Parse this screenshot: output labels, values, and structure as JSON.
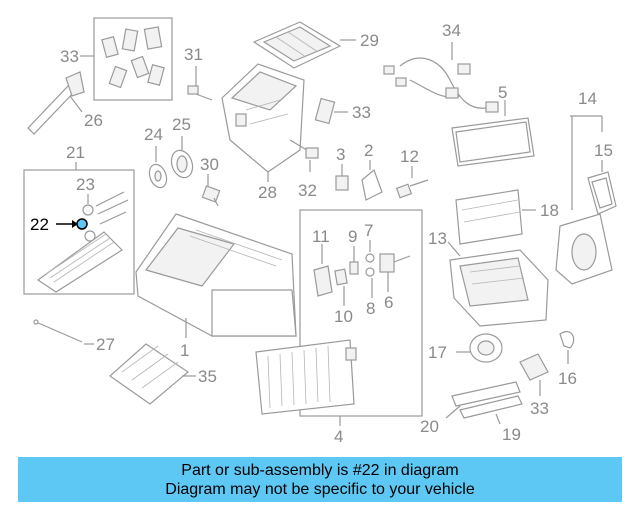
{
  "callouts": {
    "c33a": "33",
    "c31": "31",
    "c29": "29",
    "c34": "34",
    "c26": "26",
    "c5": "5",
    "c14": "14",
    "c24": "24",
    "c25": "25",
    "c33b": "33",
    "c21": "21",
    "c2": "2",
    "c3": "3",
    "c12": "12",
    "c15": "15",
    "c30": "30",
    "c28": "28",
    "c32": "32",
    "c23": "23",
    "c18": "18",
    "c22": "22",
    "c7": "7",
    "c11": "11",
    "c9": "9",
    "c13": "13",
    "c6": "6",
    "c8": "8",
    "c10": "10",
    "c1": "1",
    "c27": "27",
    "c17": "17",
    "c16": "16",
    "c35": "35",
    "c4": "4",
    "c33c": "33",
    "c20": "20",
    "c19": "19"
  },
  "highlight_color": "#000000",
  "callout_color": "#8a8a8a",
  "banner": {
    "line1": "Part or sub-assembly is #22 in diagram",
    "line2": "Diagram may not be specific to your vehicle",
    "color": "#5ec8f5"
  }
}
